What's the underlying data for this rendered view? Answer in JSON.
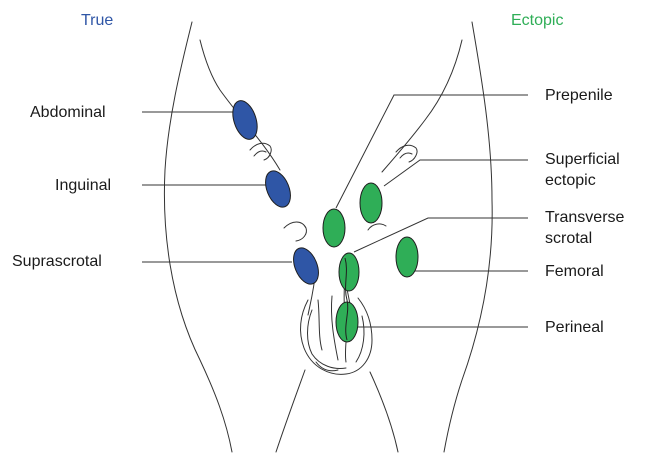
{
  "colors": {
    "true_site": "#2f56a6",
    "ectopic_site": "#2fae57",
    "outline": "#333333"
  },
  "headers": {
    "true": "True",
    "ectopic": "Ectopic"
  },
  "labels": {
    "abdominal": "Abdominal",
    "inguinal": "Inguinal",
    "suprascrotal": "Suprascrotal",
    "prepenile": "Prepenile",
    "superficial_ectopic_line1": "Superficial",
    "superficial_ectopic_line2": "ectopic",
    "transverse_scrotal_line1": "Transverse",
    "transverse_scrotal_line2": "scrotal",
    "femoral": "Femoral",
    "perineal": "Perineal"
  }
}
